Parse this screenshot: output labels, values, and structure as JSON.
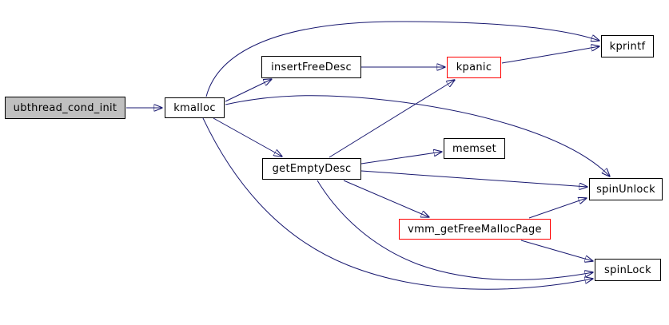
{
  "diagram": {
    "type": "call-graph",
    "background_color": "#ffffff",
    "edge_color": "#191970",
    "node_border_color": "#000000",
    "highlight_border_color": "#ff0000",
    "root_fill_color": "#c0c0c0",
    "node_fill_color": "#ffffff",
    "nodes": [
      {
        "id": "ubthread_cond_init",
        "label": "ubthread_cond_init",
        "style": "root"
      },
      {
        "id": "kmalloc",
        "label": "kmalloc",
        "style": "normal"
      },
      {
        "id": "insertFreeDesc",
        "label": "insertFreeDesc",
        "style": "normal"
      },
      {
        "id": "kpanic",
        "label": "kpanic",
        "style": "highlighted"
      },
      {
        "id": "kprintf",
        "label": "kprintf",
        "style": "normal"
      },
      {
        "id": "getEmptyDesc",
        "label": "getEmptyDesc",
        "style": "normal"
      },
      {
        "id": "memset",
        "label": "memset",
        "style": "normal"
      },
      {
        "id": "spinUnlock",
        "label": "spinUnlock",
        "style": "normal"
      },
      {
        "id": "vmm_getFreeMallocPage",
        "label": "vmm_getFreeMallocPage",
        "style": "highlighted"
      },
      {
        "id": "spinLock",
        "label": "spinLock",
        "style": "normal"
      }
    ],
    "edges": [
      {
        "from": "ubthread_cond_init",
        "to": "kmalloc"
      },
      {
        "from": "kmalloc",
        "to": "insertFreeDesc"
      },
      {
        "from": "kmalloc",
        "to": "kprintf"
      },
      {
        "from": "kmalloc",
        "to": "getEmptyDesc"
      },
      {
        "from": "kmalloc",
        "to": "spinUnlock"
      },
      {
        "from": "kmalloc",
        "to": "spinLock"
      },
      {
        "from": "insertFreeDesc",
        "to": "kpanic"
      },
      {
        "from": "kpanic",
        "to": "kprintf"
      },
      {
        "from": "getEmptyDesc",
        "to": "kpanic"
      },
      {
        "from": "getEmptyDesc",
        "to": "memset"
      },
      {
        "from": "getEmptyDesc",
        "to": "spinUnlock"
      },
      {
        "from": "getEmptyDesc",
        "to": "vmm_getFreeMallocPage"
      },
      {
        "from": "getEmptyDesc",
        "to": "spinLock"
      },
      {
        "from": "vmm_getFreeMallocPage",
        "to": "spinUnlock"
      },
      {
        "from": "vmm_getFreeMallocPage",
        "to": "spinLock"
      }
    ]
  }
}
